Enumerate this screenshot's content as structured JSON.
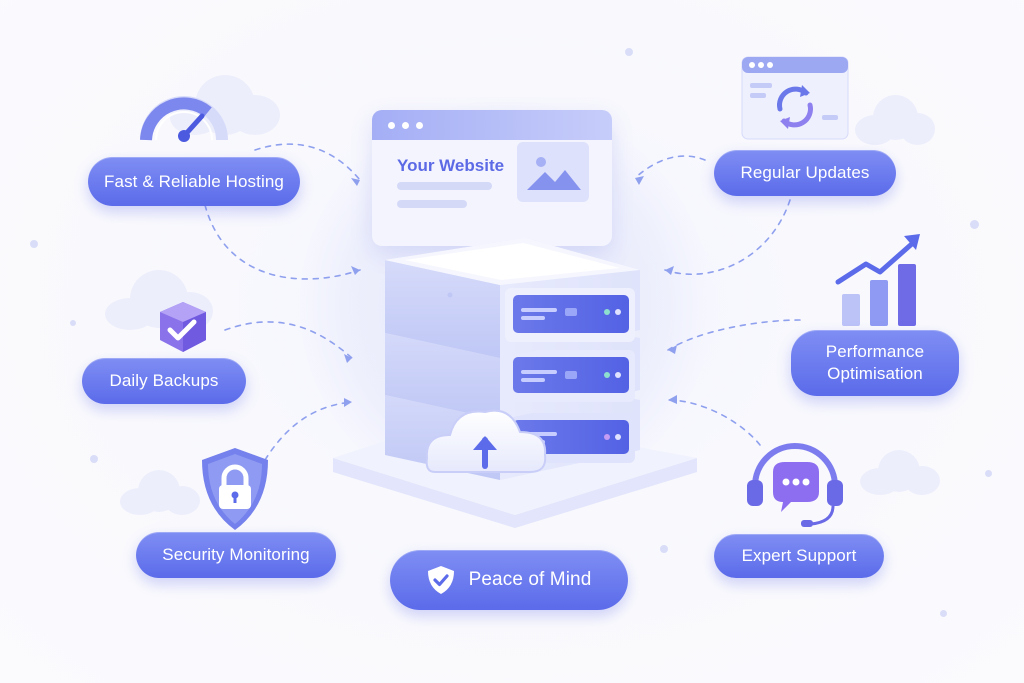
{
  "hero": {
    "browser_title": "Your Website",
    "center_badge": "Peace of Mind"
  },
  "features": [
    {
      "label": "Fast & Reliable Hosting",
      "icon": "speedometer-icon"
    },
    {
      "label": "Daily Backups",
      "icon": "backup-box-icon"
    },
    {
      "label": "Security Monitoring",
      "icon": "shield-lock-icon"
    },
    {
      "label": "Regular Updates",
      "icon": "refresh-window-icon"
    },
    {
      "label": "Performance Optimisation",
      "icon": "growth-chart-icon"
    },
    {
      "label": "Expert Support",
      "icon": "headset-icon"
    }
  ],
  "colors": {
    "accent": "#5b6bea",
    "accent_light": "#8f9cf5",
    "background": "#f8f8fd",
    "server_body": "#e3e6fb"
  }
}
